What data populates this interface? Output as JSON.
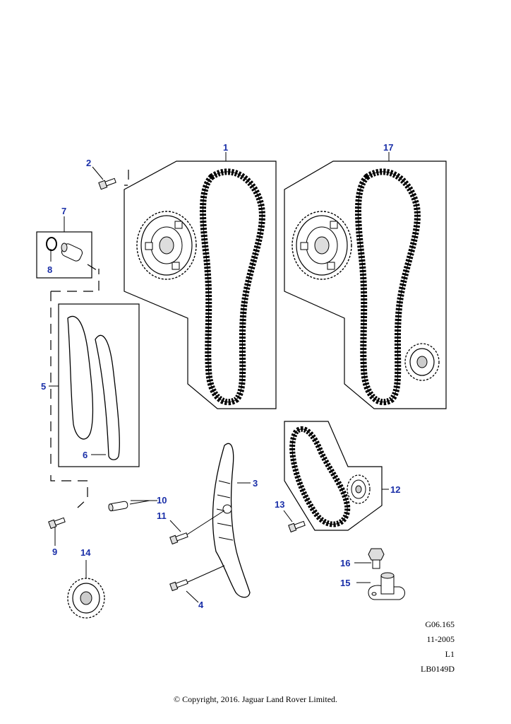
{
  "callouts": {
    "c1": "1",
    "c2": "2",
    "c3": "3",
    "c4": "4",
    "c5": "5",
    "c6": "6",
    "c7": "7",
    "c8": "8",
    "c9": "9",
    "c10": "10",
    "c11": "11",
    "c12": "12",
    "c13": "13",
    "c14": "14",
    "c15": "15",
    "c16": "16",
    "c17": "17"
  },
  "meta": {
    "drawing_ref": "G06.165",
    "date": "11-2005",
    "level": "L1",
    "illustration_id": "LB0149D"
  },
  "copyright": "© Copyright, 2016. Jaguar Land Rover Limited.",
  "colors": {
    "callout": "#1a2fa8",
    "line": "#000000"
  }
}
